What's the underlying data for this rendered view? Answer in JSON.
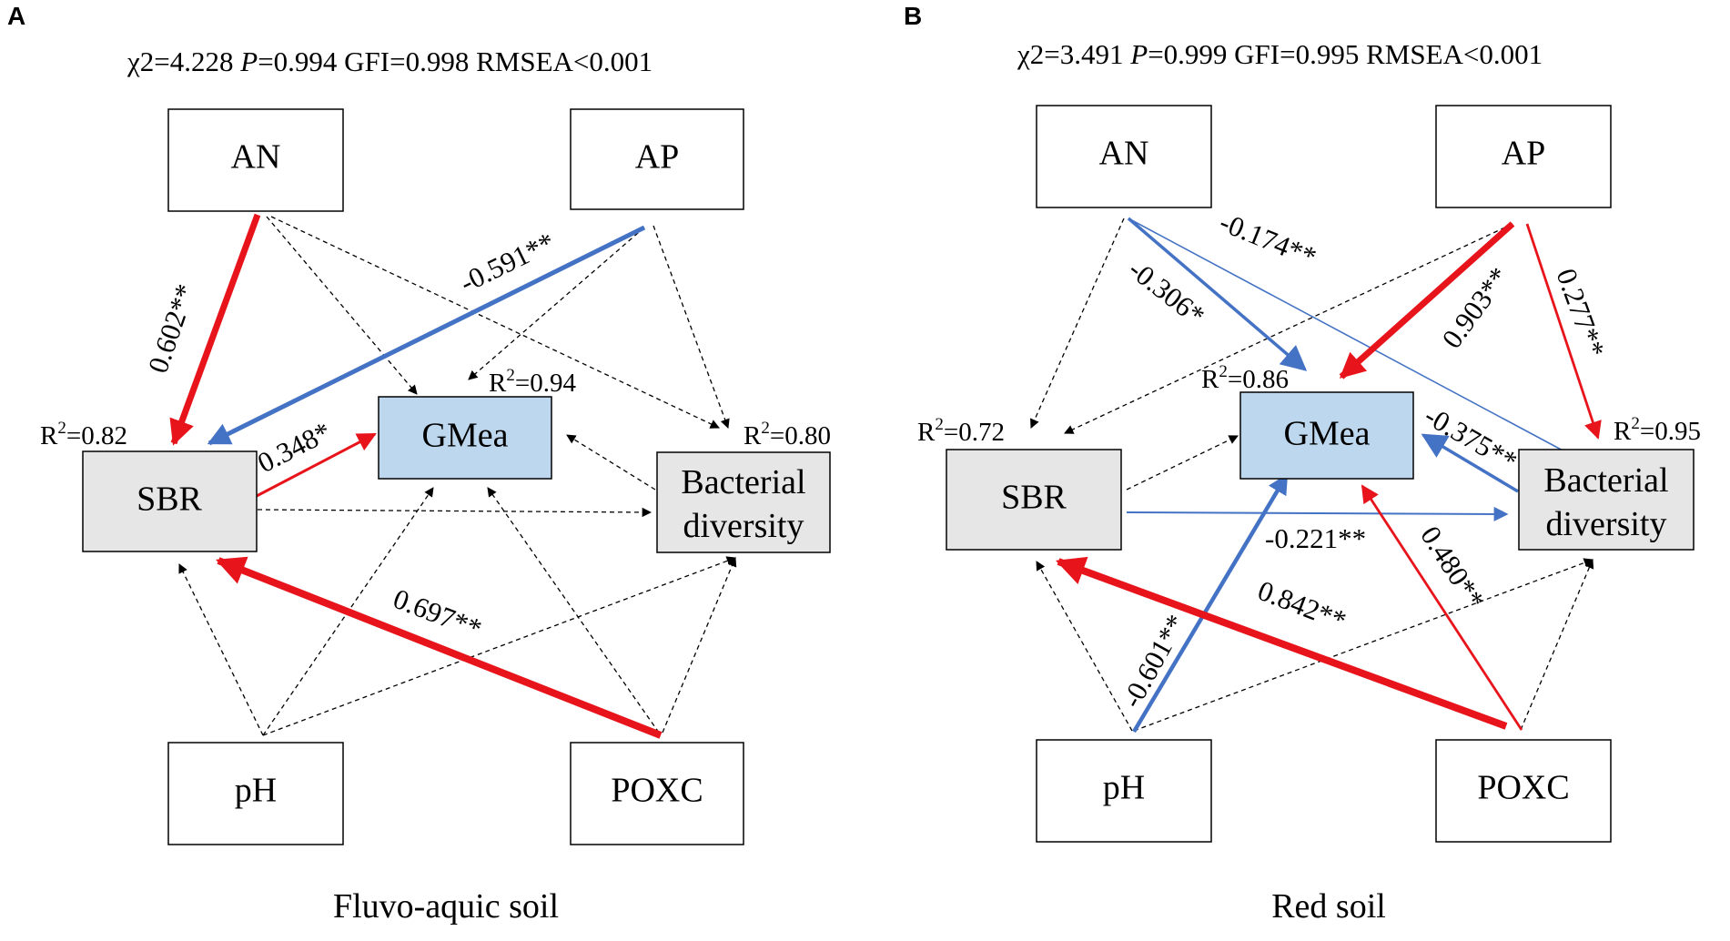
{
  "colors": {
    "positive": "#e8141b",
    "negative": "#4472c4",
    "nonsignificant": "#000000",
    "endogenous_fill": "#e6e6e6",
    "response_fill": "#bdd7ee",
    "box_stroke": "#000000"
  },
  "panels": [
    {
      "letter": "A",
      "stats": {
        "chi_label": "χ2=4.228 ",
        "p_label": "P",
        "p_value": "=0.994 GFI=0.998 RMSEA<0.001"
      },
      "caption": "Fluvo-aquic soil",
      "nodes": {
        "AN": {
          "label": "AN"
        },
        "AP": {
          "label": "AP"
        },
        "SBR": {
          "label": "SBR",
          "r2_prefix": "R",
          "r2_value": "=0.82"
        },
        "GMea": {
          "label": "GMea",
          "r2_prefix": "R",
          "r2_value": "=0.94"
        },
        "BD": {
          "label_line1": "Bacterial",
          "label_line2": "diversity",
          "r2_prefix": "R",
          "r2_value": "=0.80"
        },
        "pH": {
          "label": "pH"
        },
        "POXC": {
          "label": "POXC"
        }
      },
      "paths": [
        {
          "from": "AN",
          "to": "SBR",
          "type": "positive",
          "weight": "strong",
          "coef": "0.602**"
        },
        {
          "from": "AP",
          "to": "SBR",
          "type": "negative",
          "weight": "medium",
          "coef": "-0.591**"
        },
        {
          "from": "SBR",
          "to": "GMea",
          "type": "positive",
          "weight": "thin",
          "coef": "0.348*"
        },
        {
          "from": "POXC",
          "to": "SBR",
          "type": "positive",
          "weight": "strong",
          "coef": "0.697**"
        },
        {
          "from": "AN",
          "to": "GMea",
          "type": "nonsignificant",
          "coef": ""
        },
        {
          "from": "AN",
          "to": "BD",
          "type": "nonsignificant",
          "coef": ""
        },
        {
          "from": "AP",
          "to": "GMea",
          "type": "nonsignificant",
          "coef": ""
        },
        {
          "from": "AP",
          "to": "BD",
          "type": "nonsignificant",
          "coef": ""
        },
        {
          "from": "SBR",
          "to": "BD",
          "type": "nonsignificant",
          "coef": ""
        },
        {
          "from": "BD",
          "to": "GMea",
          "type": "nonsignificant",
          "coef": ""
        },
        {
          "from": "pH",
          "to": "SBR",
          "type": "nonsignificant",
          "coef": ""
        },
        {
          "from": "pH",
          "to": "GMea",
          "type": "nonsignificant",
          "coef": ""
        },
        {
          "from": "pH",
          "to": "BD",
          "type": "nonsignificant",
          "coef": ""
        },
        {
          "from": "POXC",
          "to": "GMea",
          "type": "nonsignificant",
          "coef": ""
        },
        {
          "from": "POXC",
          "to": "BD",
          "type": "nonsignificant",
          "coef": ""
        }
      ]
    },
    {
      "letter": "B",
      "stats": {
        "chi_label": "χ2=3.491 ",
        "p_label": "P",
        "p_value": "=0.999 GFI=0.995 RMSEA<0.001"
      },
      "caption": "Red soil",
      "nodes": {
        "AN": {
          "label": "AN"
        },
        "AP": {
          "label": "AP"
        },
        "SBR": {
          "label": "SBR",
          "r2_prefix": "R",
          "r2_value": "=0.72"
        },
        "GMea": {
          "label": "GMea",
          "r2_prefix": "R",
          "r2_value": "=0.86"
        },
        "BD": {
          "label_line1": "Bacterial",
          "label_line2": "diversity",
          "r2_prefix": "R",
          "r2_value": "=0.95"
        },
        "pH": {
          "label": "pH"
        },
        "POXC": {
          "label": "POXC"
        }
      },
      "paths": [
        {
          "from": "AN",
          "to": "GMea",
          "type": "negative",
          "weight": "thin",
          "coef": "-0.306*"
        },
        {
          "from": "AN",
          "to": "BD",
          "type": "negative",
          "weight": "hair",
          "coef": "-0.174**"
        },
        {
          "from": "AP",
          "to": "GMea",
          "type": "positive",
          "weight": "strong",
          "coef": "0.903**"
        },
        {
          "from": "AP",
          "to": "BD",
          "type": "positive",
          "weight": "thin",
          "coef": "0.277**"
        },
        {
          "from": "BD",
          "to": "GMea",
          "type": "negative",
          "weight": "thin",
          "coef": "-0.375**"
        },
        {
          "from": "SBR",
          "to": "BD",
          "type": "negative",
          "weight": "hair",
          "coef": "-0.221**"
        },
        {
          "from": "pH",
          "to": "GMea",
          "type": "negative",
          "weight": "medium",
          "coef": "-0.601**"
        },
        {
          "from": "POXC",
          "to": "SBR",
          "type": "positive",
          "weight": "strong",
          "coef": "0.842**"
        },
        {
          "from": "POXC",
          "to": "GMea",
          "type": "positive",
          "weight": "thin",
          "coef": "0.480**"
        },
        {
          "from": "AN",
          "to": "SBR",
          "type": "nonsignificant",
          "coef": ""
        },
        {
          "from": "AP",
          "to": "SBR",
          "type": "nonsignificant",
          "coef": ""
        },
        {
          "from": "SBR",
          "to": "GMea",
          "type": "nonsignificant",
          "coef": ""
        },
        {
          "from": "pH",
          "to": "SBR",
          "type": "nonsignificant",
          "coef": ""
        },
        {
          "from": "pH",
          "to": "BD",
          "type": "nonsignificant",
          "coef": ""
        },
        {
          "from": "POXC",
          "to": "BD",
          "type": "nonsignificant",
          "coef": ""
        }
      ]
    }
  ]
}
